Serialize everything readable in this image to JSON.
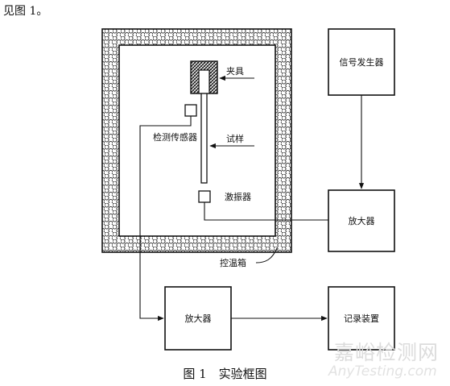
{
  "intro_text": "见图 1。",
  "caption": "图 1　实验框图",
  "labels": {
    "fixture": "夹具",
    "specimen": "试样",
    "sensor": "检测传感器",
    "exciter": "激振器",
    "chamber": "控温箱"
  },
  "blocks": {
    "signal_generator": "信号发生器",
    "amplifier_right": "放大器",
    "amplifier_bottom": "放大器",
    "recorder": "记录装置"
  },
  "watermark": {
    "cn": "嘉峪检测网",
    "en": "AnyTesting.com"
  }
}
